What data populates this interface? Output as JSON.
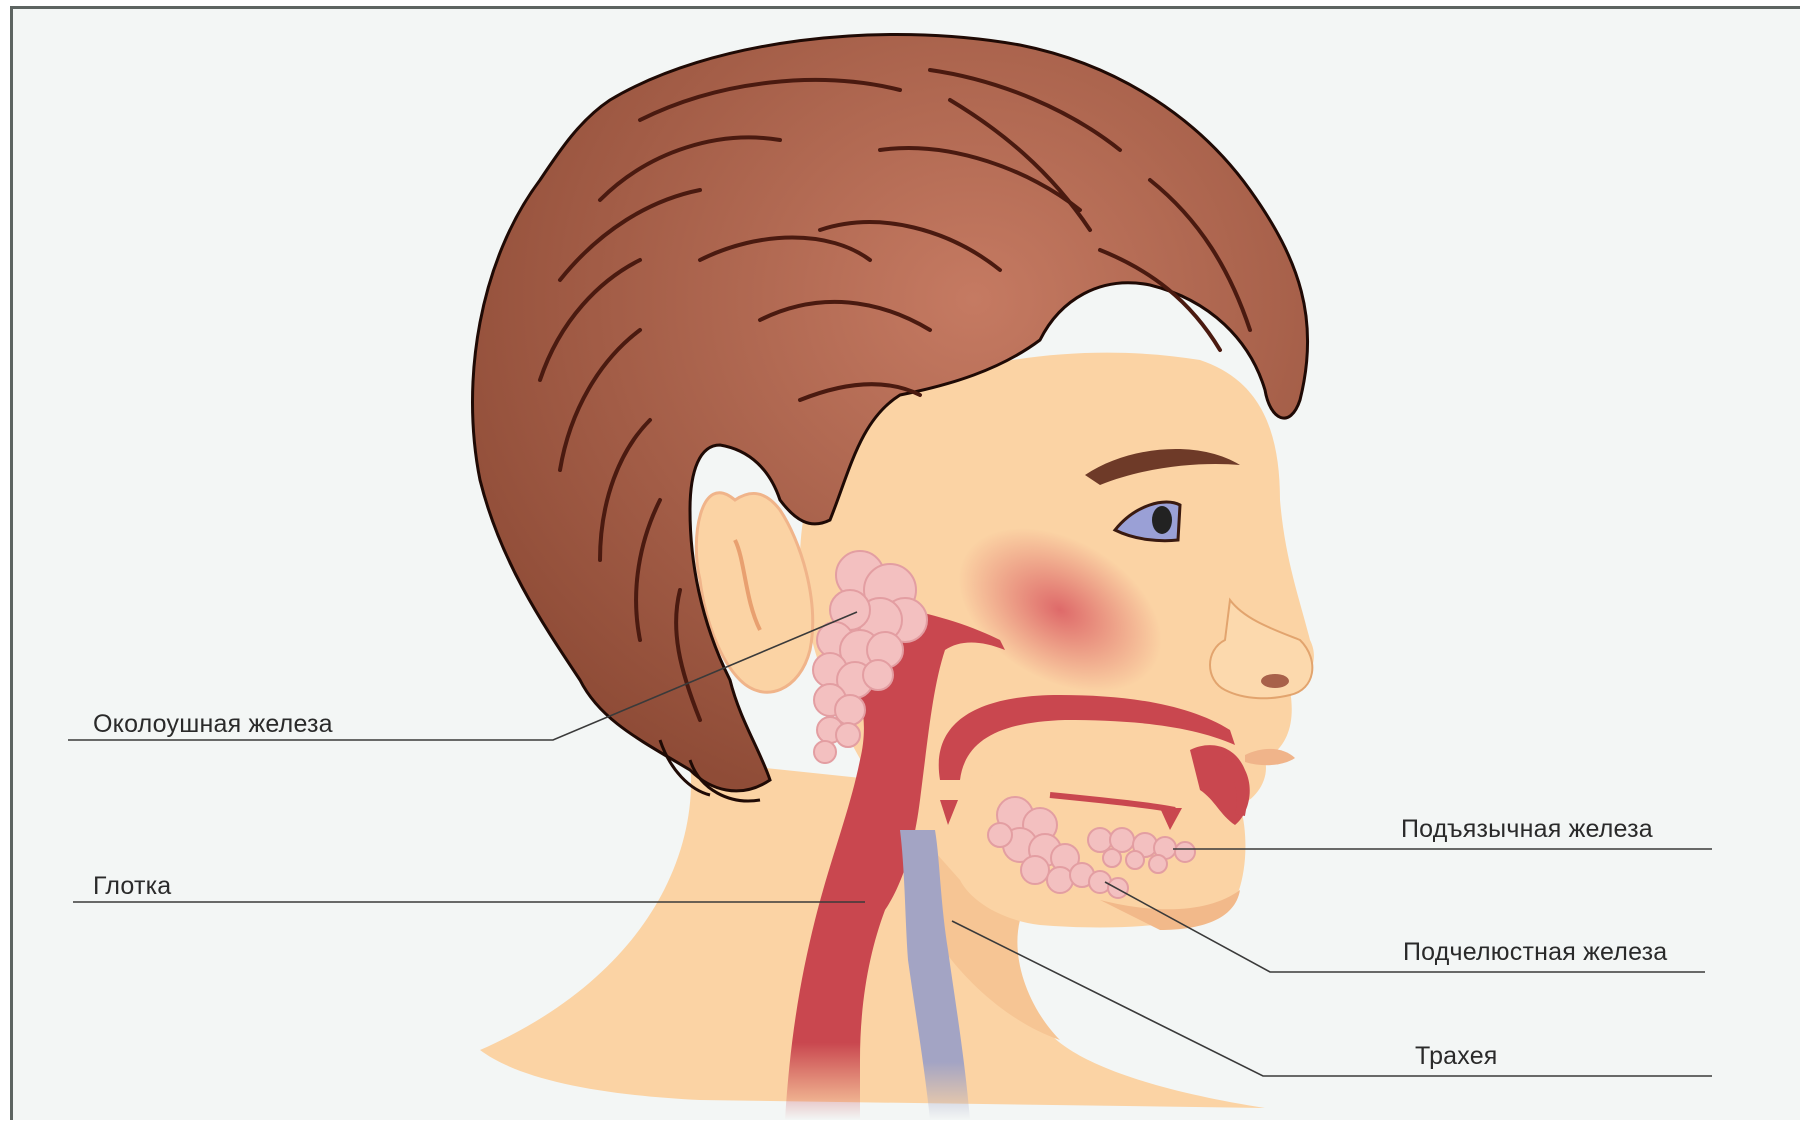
{
  "labels": {
    "parotid": "Околоушная железа",
    "pharynx": "Глотка",
    "sublingual": "Подъязычная железа",
    "submandibular": "Подчелюстная железа",
    "trachea": "Трахея"
  },
  "colors": {
    "background": "#f3f6f5",
    "frame": "#5d6461",
    "skin": "#fbd3a4",
    "skin_shadow": "#f2b98a",
    "hair": "#a8614a",
    "hair_dark": "#4a1a10",
    "pharynx": "#c9474f",
    "trachea": "#a3a4c4",
    "gland": "#f3c0c0",
    "leader_line": "#3a3a3a"
  }
}
